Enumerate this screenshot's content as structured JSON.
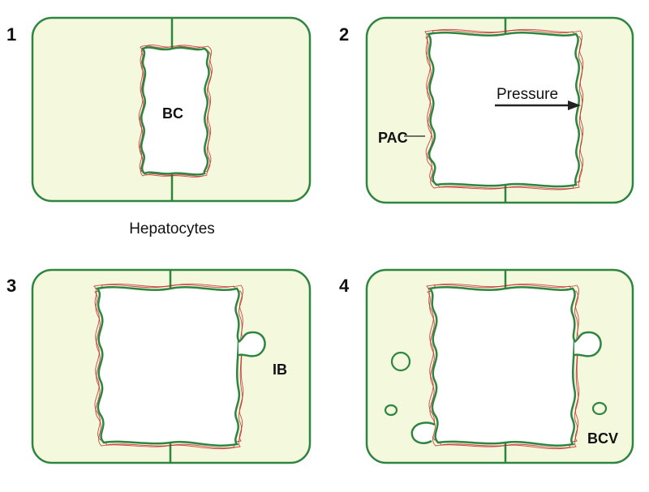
{
  "panels": [
    {
      "number": "1",
      "label": "BC",
      "caption": "Hepatocytes"
    },
    {
      "number": "2",
      "label": "PAC",
      "annotation": "Pressure"
    },
    {
      "number": "3",
      "label": "IB"
    },
    {
      "number": "4",
      "label": "BCV"
    }
  ],
  "colors": {
    "cell_fill": "#f4f8dc",
    "membrane": "#2e8540",
    "actin": "#c0282d"
  }
}
